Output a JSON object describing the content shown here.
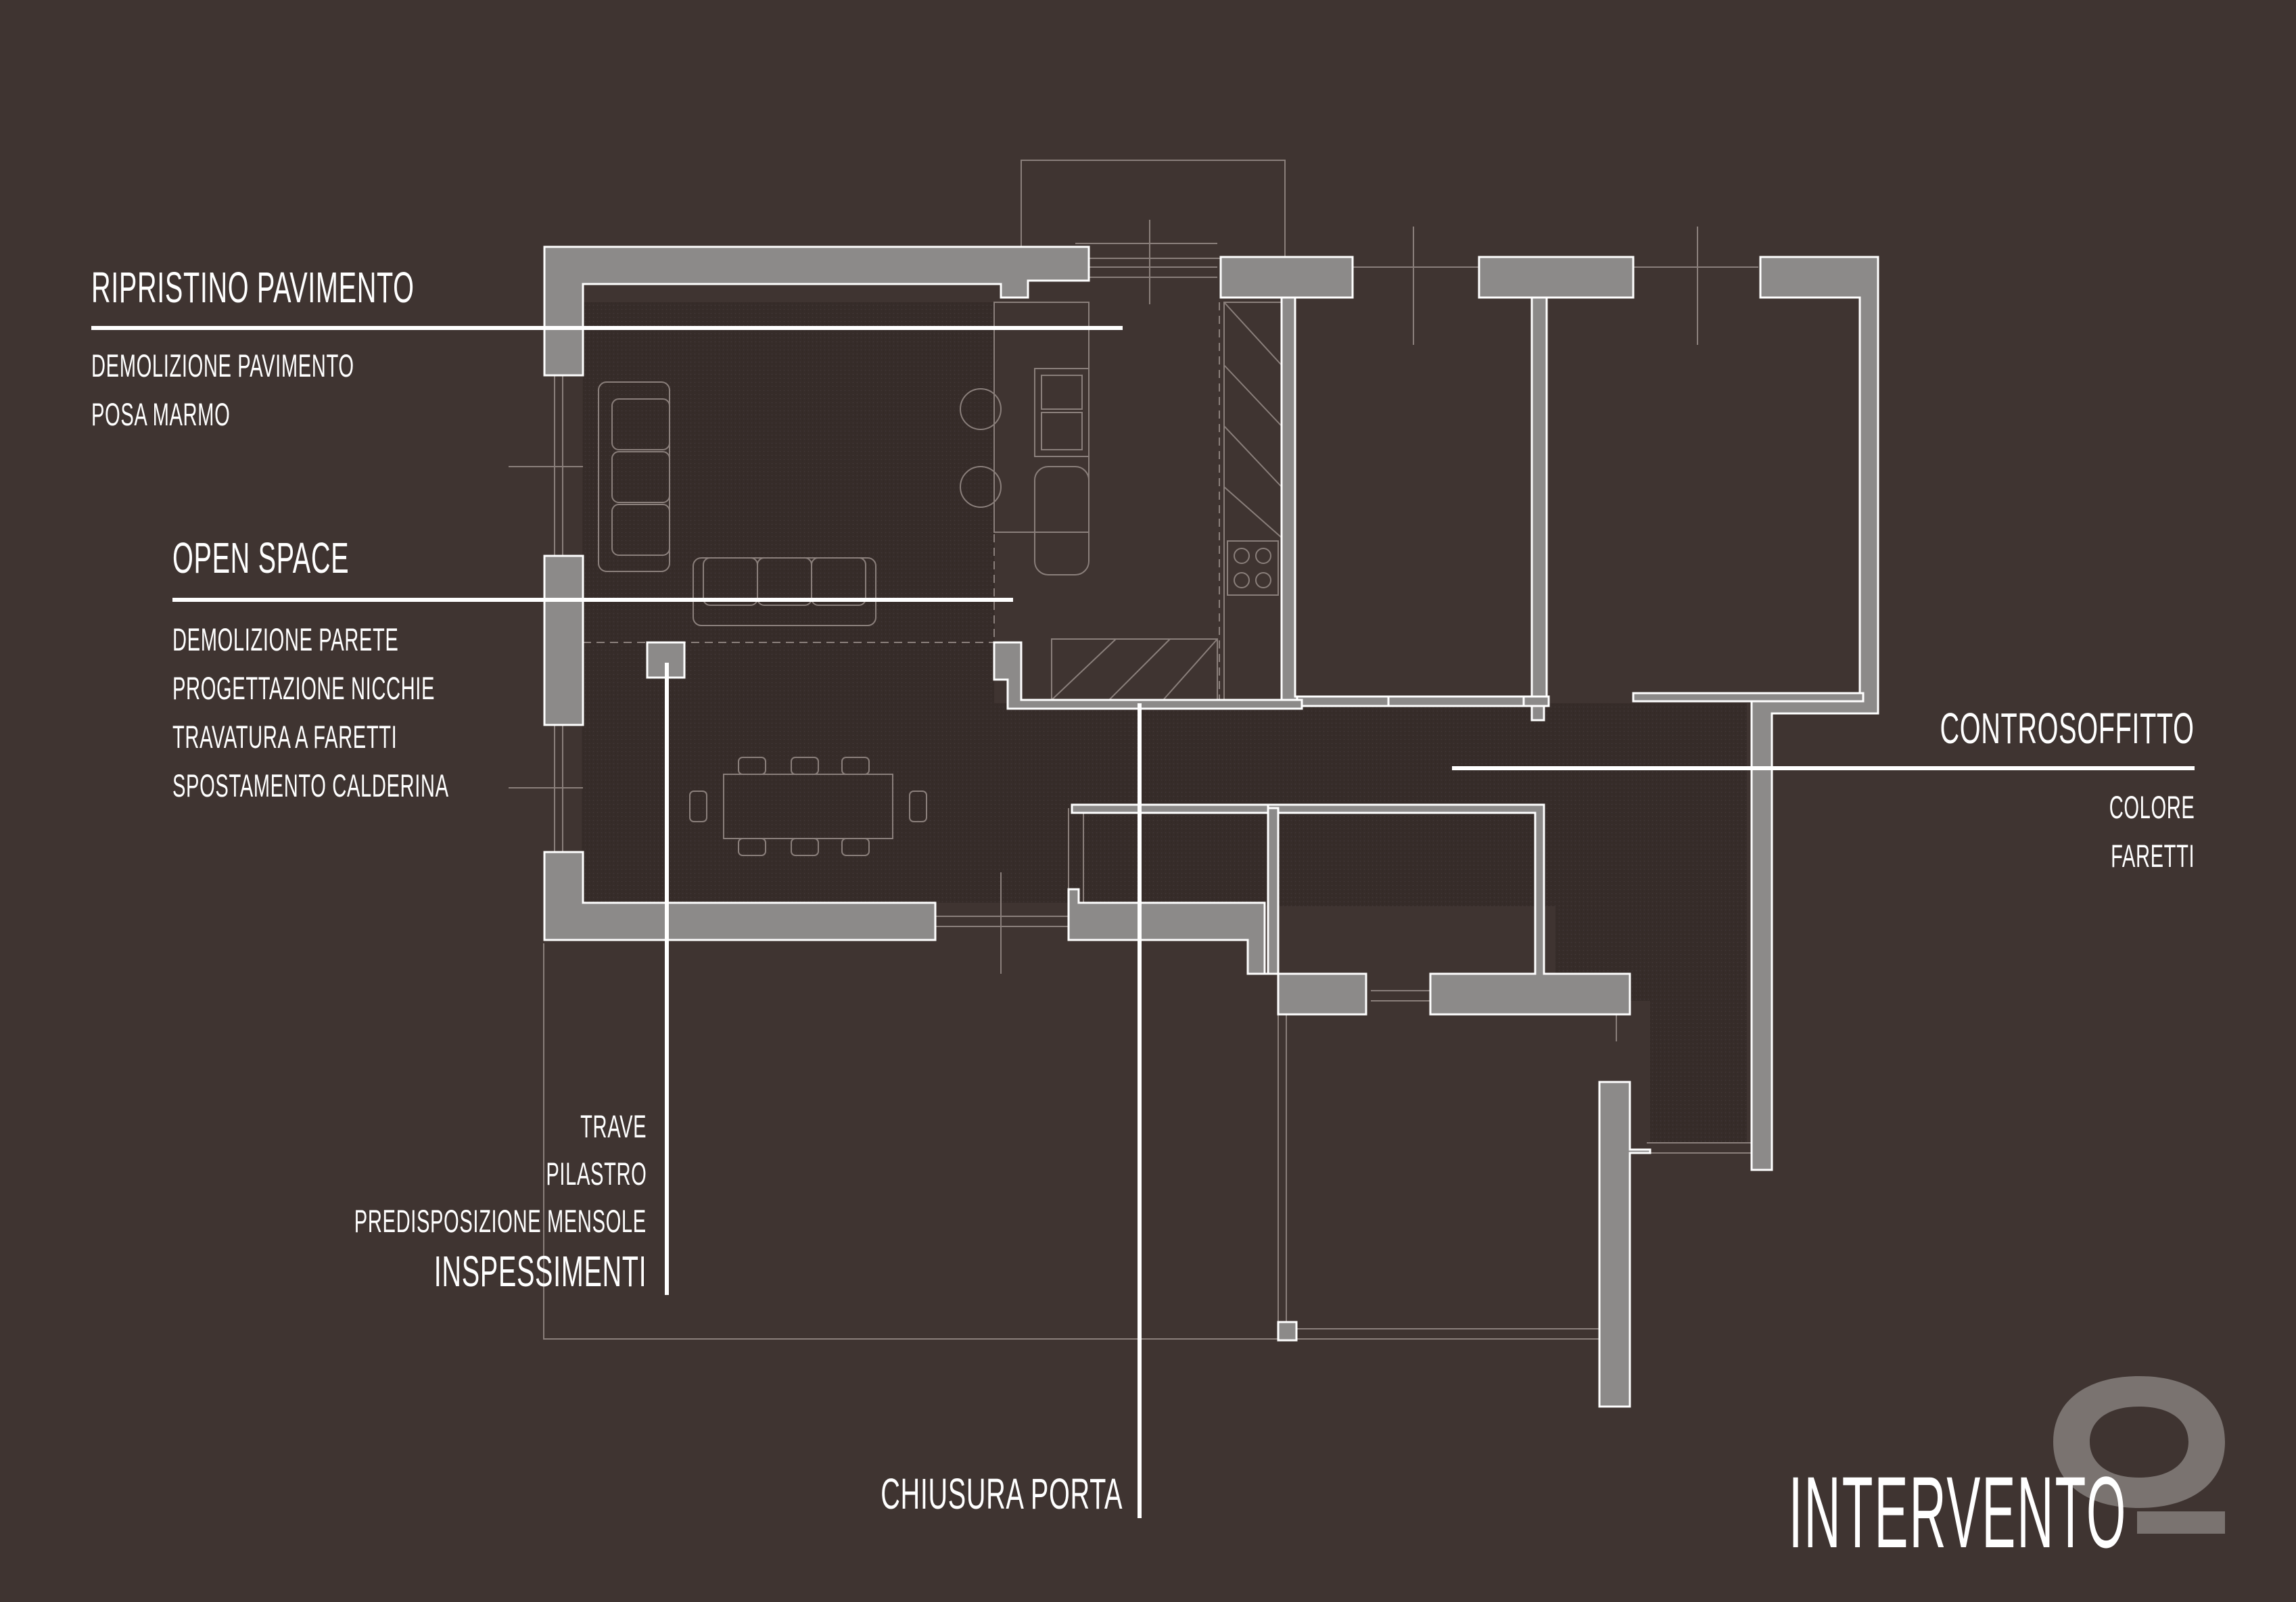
{
  "annotations": {
    "ripristino": {
      "title": "RIPRISTINO PAVIMENTO",
      "items": [
        "DEMOLIZIONE PAVIMENTO",
        "POSA MARMO"
      ]
    },
    "open_space": {
      "title": "OPEN SPACE",
      "items": [
        "DEMOLIZIONE PARETE",
        "PROGETTAZIONE NICCHIE",
        "TRAVATURA A FARETTI",
        "SPOSTAMENTO CALDERINA"
      ]
    },
    "controsoffitto": {
      "title": "CONTROSOFFITTO",
      "items": [
        "COLORE",
        "FARETTI"
      ]
    },
    "inspessimenti": {
      "title": "INSPESSIMENTI",
      "items": [
        "TRAVE",
        "PILASTRO",
        "PREDISPOSIZIONE MENSOLE"
      ]
    },
    "chiusura_porta": {
      "title": "CHIUSURA PORTA"
    }
  },
  "brand": {
    "word": "INTERVENTO",
    "logo_icon": "intervento-logo-icon"
  },
  "colors": {
    "background": "#3f3431",
    "floor": "#372c29",
    "wall_fill": "#8c8a89",
    "wall_stroke": "#ffffff",
    "thin_line": "#8a7f7b",
    "logo": "#7a7370"
  }
}
